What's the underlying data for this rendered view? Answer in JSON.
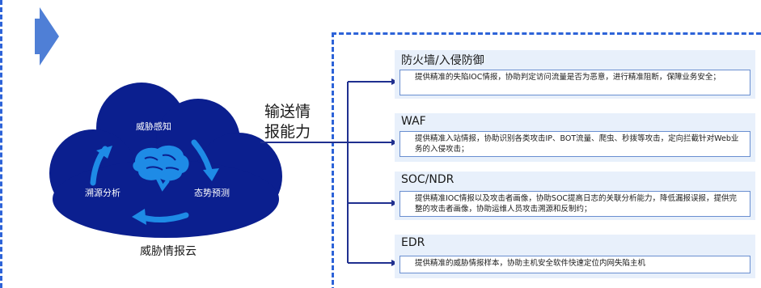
{
  "cloud": {
    "title": "威胁情报云",
    "cycle": {
      "top": "威胁感知",
      "right": "态势预测",
      "left": "溯源分析"
    }
  },
  "connector_label": [
    "输送情",
    "报能力"
  ],
  "capabilities": [
    {
      "title": "防火墙/入侵防御",
      "desc": "提供精准的失陷IOC情报，协助判定访问流量是否为恶意，进行精准阻断，保障业务安全；"
    },
    {
      "title": "WAF",
      "desc": "提供精准入站情报，协助识别各类攻击IP、BOT流量、爬虫、秒拨等攻击，定向拦截针对Web业务的入侵攻击；"
    },
    {
      "title": "SOC/NDR",
      "desc": "提供精准IOC情报以及攻击者画像，协助SOC提高日志的关联分析能力，降低漏报误报，提供完整的攻击者画像，协助运维人员攻击溯源和反制约；"
    },
    {
      "title": "EDR",
      "desc": "提供精准的威胁情报样本，协助主机安全软件快速定位内网失陷主机"
    }
  ],
  "colors": {
    "cloud": "#0b1f8f",
    "accent_blue": "#1e8be6",
    "arrow_blue": "#3d6fd4",
    "dashed_border": "#2d63d8",
    "card_bg": "#e8f0fb",
    "connector": "#1f2f8f"
  }
}
